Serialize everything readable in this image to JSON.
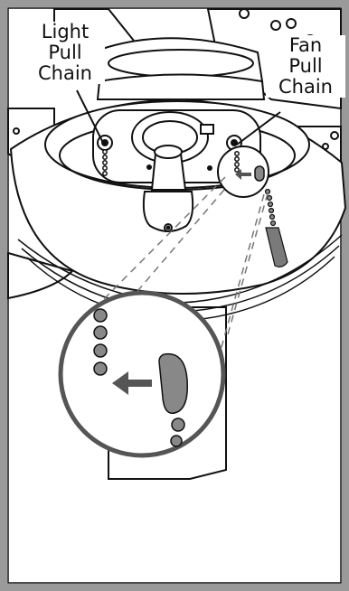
{
  "labels": {
    "light_pull_chain": [
      "Light",
      "Pull",
      "Chain"
    ],
    "fan_pull_chain": [
      "Fan",
      "Pull",
      "Chain"
    ]
  },
  "colors": {
    "frame_border": "#9a9a9a",
    "outline": "#111111",
    "shade_fill": "#ffffff",
    "chain_bead": "#808080",
    "arrow": "#555555"
  },
  "icons": {
    "instruction_arrow": "arrow-left-icon"
  }
}
